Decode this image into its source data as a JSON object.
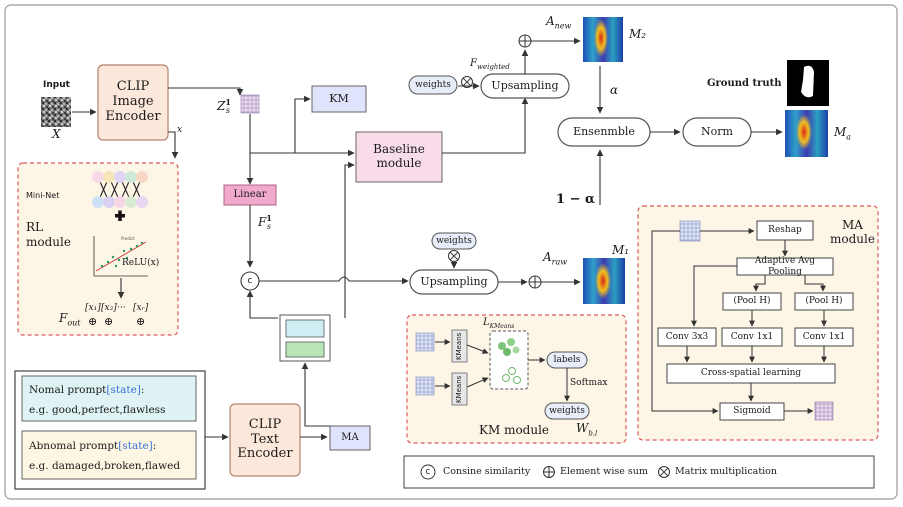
{
  "input": {
    "title": "Input",
    "x_label": "X"
  },
  "clip_image_encoder": {
    "label": "CLIP\nImage\nEncoder",
    "x_out": "x"
  },
  "z_label": "Z",
  "z_sup": "1",
  "z_sub": "s",
  "km_box": "KM",
  "baseline_module": "Baseline\nmodule",
  "linear": "Linear",
  "f_label": "F",
  "f_sup": "1",
  "f_sub": "s",
  "rl_module": {
    "mini_net": "Mini-Net",
    "title": "RL\nmodule",
    "relu": "ReLU(x)",
    "plot_legend": "Predict",
    "f_out": "F",
    "f_out_sub": "out",
    "x_terms": [
      "[x₁]",
      "[x₂]",
      "···",
      "[xᵣ]"
    ]
  },
  "top_branch": {
    "a_new": "A",
    "a_new_sub": "new",
    "m2": "M₂",
    "f_weighted": "F",
    "f_weighted_sub": "weighted",
    "weights": "weights",
    "upsampling": "Upsampling"
  },
  "ground_truth": "Ground truth",
  "alpha": "α",
  "one_minus_alpha": "1 − α",
  "ensemble": "Ensenmble",
  "norm": "Norm",
  "ma_out": "M",
  "ma_out_sub": "a",
  "mid_branch": {
    "weights": "weights",
    "upsampling": "Upsampling",
    "a_raw": "A",
    "a_raw_sub": "raw",
    "m1": "M₁",
    "c_symbol": "c"
  },
  "km_module": {
    "kmeans_1": "KMeans",
    "kmeans_2": "KMeans",
    "l_kmeans": "L",
    "l_kmeans_sub": "KMeans",
    "labels": "labels",
    "softmax": "Softmax",
    "weights": "weights",
    "title": "KM module",
    "w_label": "W",
    "w_sub": "b,l"
  },
  "ma_module": {
    "title": "MA\nmodule",
    "reshap": "Reshap",
    "adaptive_pool": "Adaptive Avg Pooling",
    "pool_h_1": "(Pool H)",
    "pool_h_2": "(Pool H)",
    "conv3": "Conv 3x3",
    "conv1_a": "Conv 1x1",
    "conv1_b": "Conv 1x1",
    "cross_spatial": "Cross-spatial learning",
    "sigmoid": "Sigmoid"
  },
  "prompts": {
    "normal_title": "Nomal prompt",
    "normal_state": "[state]",
    "normal_colon": ":",
    "normal_examples": "e.g.  good,perfect,flawless",
    "abnormal_title": "Abnomal prompt",
    "abnormal_state": "[state]",
    "abnormal_colon": ":",
    "abnormal_examples": "e.g.  damaged,broken,flawed"
  },
  "clip_text_encoder": "CLIP\nText\nEncoder",
  "ma_box": "MA",
  "legend": {
    "cosine_symbol": "c",
    "cosine": "Consine similarity",
    "sum": "Element wise sum",
    "mult": "Matrix multiplication"
  },
  "colors": {
    "clip_fill": "#fce8da",
    "clip_border": "#b08470",
    "km_fill": "#dfe3fb",
    "baseline_fill": "#f8dcea",
    "linear_fill": "#f1a9cc",
    "dashed": "#e05a5a",
    "module_fill": "#fdf6e7",
    "normal_prompt_fill": "#dff3f4",
    "abnormal_prompt_fill": "#fdf6e3",
    "state_blue": "#3a6fd8"
  }
}
